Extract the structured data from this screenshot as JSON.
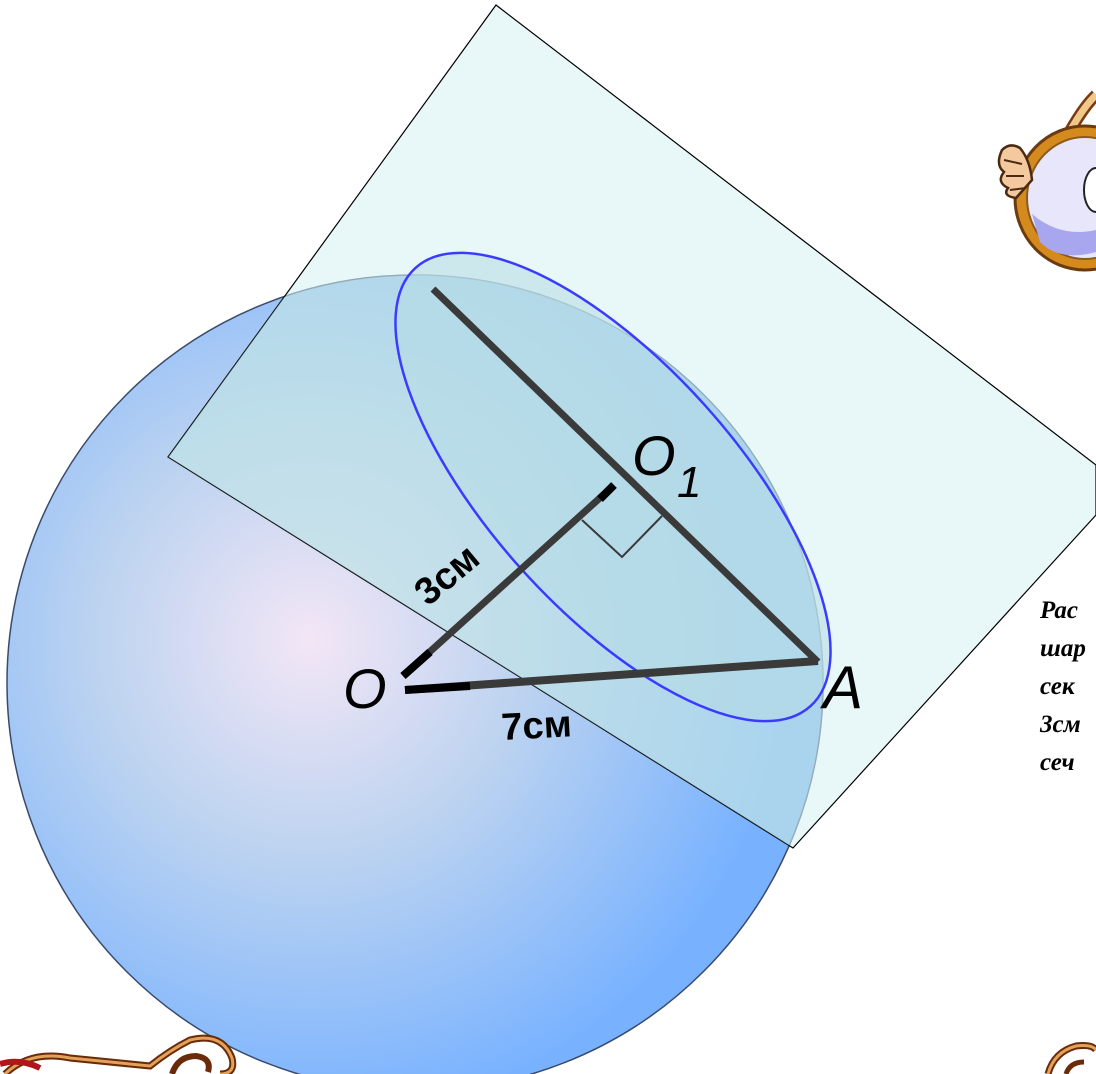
{
  "labels": {
    "center": "O",
    "section_center": "O",
    "section_center_sub": "1",
    "point": "A",
    "distance": "3см",
    "radius": "7см"
  },
  "task_lines": [
    "Рас",
    "шар",
    "сек",
    "3см",
    "сеч"
  ],
  "icons": {
    "top_right": "magnifier-hand-icon",
    "bottom_left": "ornament-icon",
    "bottom_right": "ornament-icon"
  },
  "colors": {
    "sphere_edge": "#7fb4ff",
    "sphere_center": "#f3e6f6",
    "plane_fill": "#e7f5f5",
    "section_outline": "#3b3bff",
    "segment": "#3a3a3a"
  }
}
